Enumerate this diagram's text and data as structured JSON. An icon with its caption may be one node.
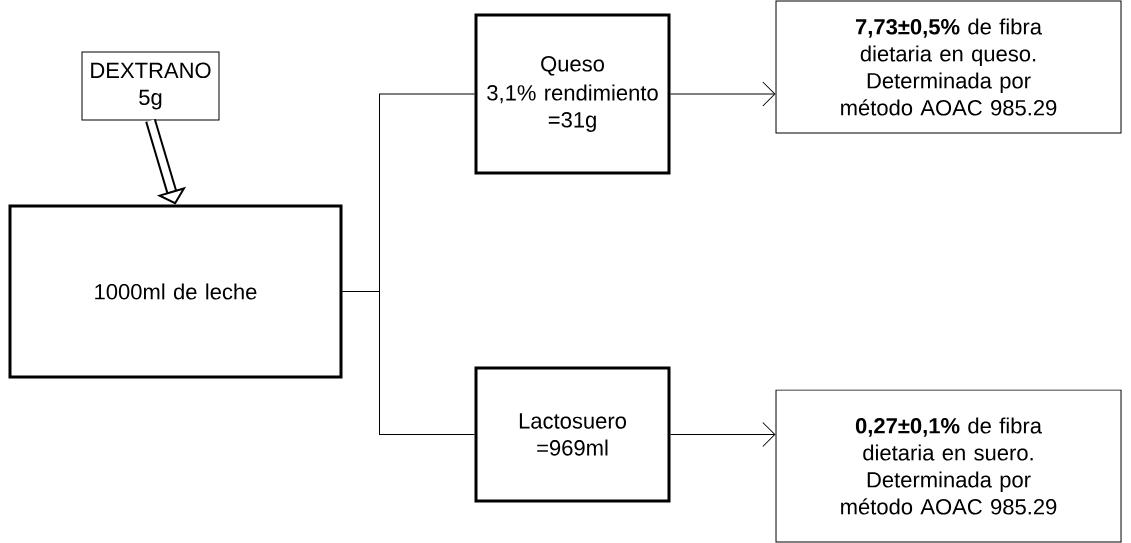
{
  "diagram": {
    "nodes": [
      {
        "text": [
          "DEXTRANO 5g"
        ]
      },
      {
        "text": [
          "1000ml de leche"
        ]
      },
      {
        "text": [
          "Queso",
          "3,1% rendimiento =31g"
        ]
      },
      {
        "text": [
          "Lactosuero =969ml"
        ]
      },
      {
        "text": [
          "**7,73±0,5%** de fibra dietaria en queso. Determinada por método AOAC 985.29"
        ]
      },
      {
        "text": [
          "**0,27±0,1%** de fibra dietaria en suero. Determinada por método AOAC 985.29"
        ]
      }
    ],
    "edges": [
      {
        "from": 0,
        "to": 1,
        "arrow": "to",
        "style": "thick"
      },
      {
        "from": 1,
        "to": 2,
        "arrow": "none"
      },
      {
        "from": 1,
        "to": 3,
        "arrow": "none"
      },
      {
        "from": 2,
        "to": 4,
        "arrow": "to"
      },
      {
        "from": 3,
        "to": 5,
        "arrow": "to"
      }
    ]
  }
}
